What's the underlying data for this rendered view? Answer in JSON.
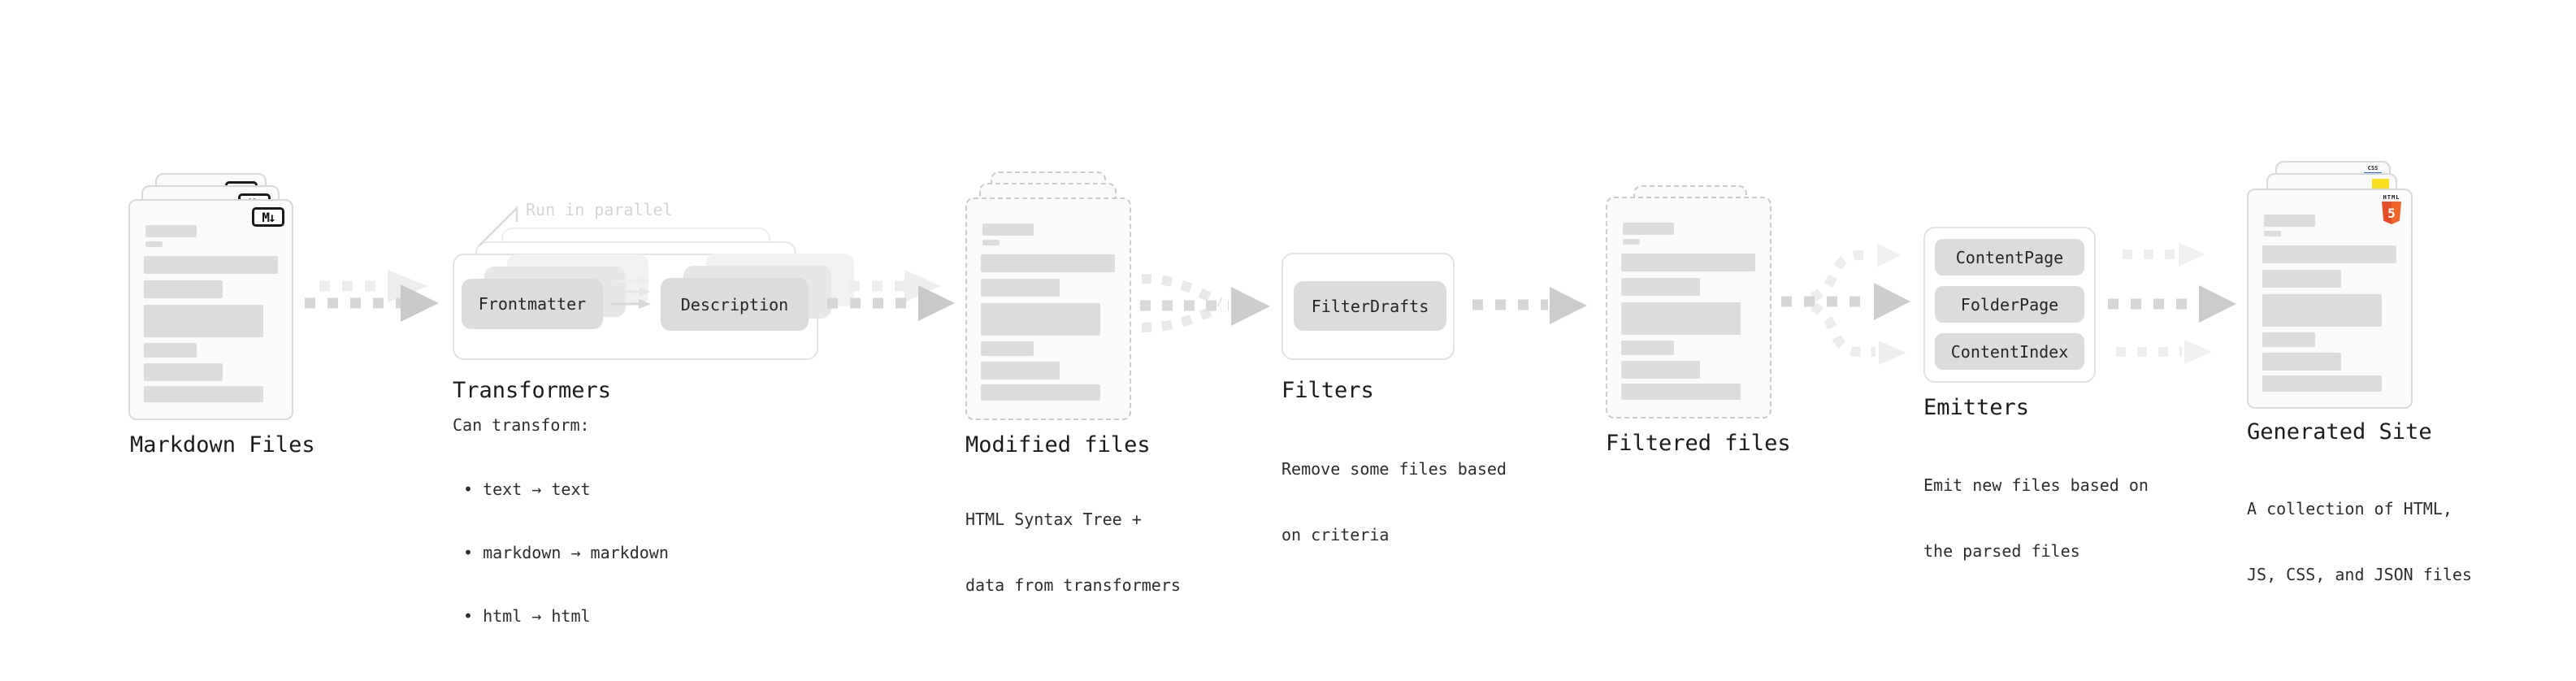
{
  "diagram": {
    "background": "#ffffff",
    "stages": {
      "markdown": {
        "title": "Markdown Files",
        "badge": "M↓"
      },
      "transformers": {
        "title": "Transformers",
        "note": "Run in parallel",
        "pills": [
          "Frontmatter",
          "Description"
        ],
        "desc_heading": "Can transform:",
        "bullets": [
          "• text → text",
          "• markdown → markdown",
          "• html → html"
        ]
      },
      "modified": {
        "title": "Modified files",
        "desc": [
          "HTML Syntax Tree +",
          "data from transformers"
        ]
      },
      "filters": {
        "title": "Filters",
        "pills": [
          "FilterDrafts"
        ],
        "desc": [
          "Remove some files based",
          "on criteria"
        ]
      },
      "filtered": {
        "title": "Filtered files"
      },
      "emitters": {
        "title": "Emitters",
        "pills": [
          "ContentPage",
          "FolderPage",
          "ContentIndex"
        ],
        "desc": [
          "Emit new files based on",
          "the parsed files"
        ]
      },
      "generated": {
        "title": "Generated Site",
        "desc": [
          "A collection of HTML,",
          "JS, CSS, and JSON files"
        ],
        "badges": {
          "html_label": "HTML",
          "html_number": "5",
          "css_label": "CSS"
        }
      }
    },
    "colors": {
      "html5_orange": "#e34f26",
      "css_blue": "#2965f1",
      "js_yellow": "#f7df1e",
      "arrow_gray": "#cccccc",
      "pill_gray": "#dcdcdc"
    }
  }
}
